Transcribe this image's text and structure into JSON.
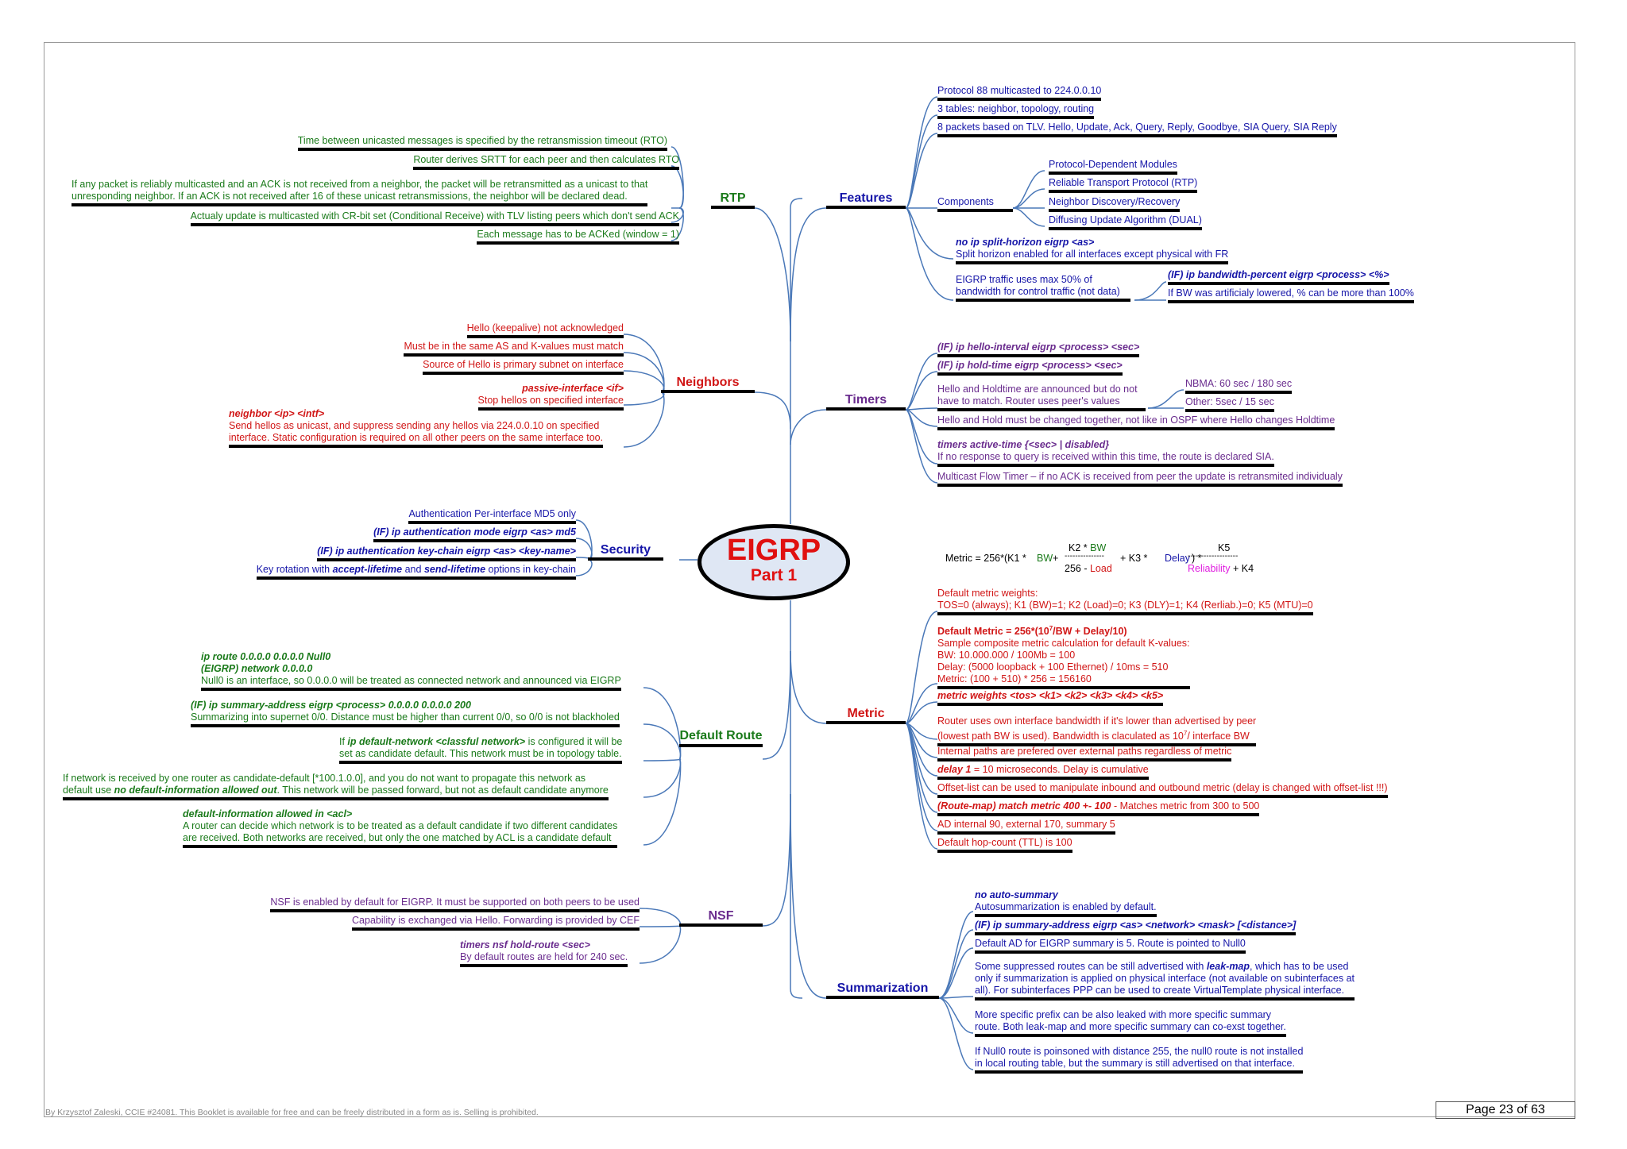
{
  "center": {
    "title": "EIGRP",
    "subtitle": "Part 1"
  },
  "colors": {
    "green": "#1a7a1a",
    "red": "#d11616",
    "blue": "#1515a8",
    "purple": "#6a2c8e",
    "center_fill": "#dfe7f4"
  },
  "branches": {
    "rtp": "RTP",
    "neighbors": "Neighbors",
    "security": "Security",
    "default_route": "Default Route",
    "nsf": "NSF",
    "features": "Features",
    "timers": "Timers",
    "metric": "Metric",
    "summarization": "Summarization"
  },
  "rtp": {
    "l1": "Time between unicasted messages is specified by the retransmission timeout (RTO)",
    "l2": "Router derives SRTT for each peer and then calculates RTO",
    "l3a": "If any packet is reliably multicasted and an ACK is not received from a neighbor, the packet will be retransmitted as a unicast to that",
    "l3b": "unresponding neighbor. If an ACK is not received after 16 of these unicast retransmissions, the neighbor will be declared dead.",
    "l4": "Actualy update is multicasted with CR-bit set (Conditional Receive) with TLV listing peers which don't send ACK",
    "l5": "Each message has to be ACKed (window = 1)"
  },
  "neighbors": {
    "l1": "Hello (keepalive) not acknowledged",
    "l2": "Must be in the same AS and K-values must match",
    "l3": "Source of Hello is primary subnet on interface",
    "l4a": "passive-interface <if>",
    "l4b": "Stop hellos on specified interface",
    "l5a": "neighbor <ip> <intf>",
    "l5b": "Send hellos as unicast, and suppress sending any hellos via 224.0.0.10 on specified",
    "l5c": "interface. Static configuration is required on all other peers on the same interface too."
  },
  "security": {
    "l1": "Authentication Per-interface MD5 only",
    "l2": "(IF) ip authentication mode eigrp <as> md5",
    "l3": "(IF) ip authentication key-chain eigrp <as> <key-name>",
    "l4a": "Key rotation with ",
    "l4b": "accept-lifetime",
    "l4c": " and ",
    "l4d": "send-lifetime",
    "l4e": " options in key-chain"
  },
  "default_route": {
    "l1a": "ip route 0.0.0.0 0.0.0.0 Null0",
    "l1b": "(EIGRP) network 0.0.0.0",
    "l1c": "Null0 is an interface, so 0.0.0.0 will be treated as connected network and announced via EIGRP",
    "l2a": "(IF) ip summary-address eigrp <process> 0.0.0.0 0.0.0.0 200",
    "l2b": "Summarizing into supernet 0/0. Distance must be higher than current 0/0, so 0/0 is not blackholed",
    "l3a1": "If ",
    "l3a2": "ip default-network <classful network>",
    "l3a3": " is configured it will be",
    "l3b": "set as candidate default. This network must be in topology table.",
    "l4a": "If network is received by one router as candidate-default [*100.1.0.0], and you do not want to propagate this network as",
    "l4b1": "default use ",
    "l4b2": "no default-information allowed out",
    "l4b3": ". This network will be passed forward, but not as default candidate anymore",
    "l5a": "default-information allowed in <acl>",
    "l5b": "A router can decide which network is to be treated as a default candidate if two different candidates",
    "l5c": "are received. Both networks are received, but only the one matched by ACL is a candidate default"
  },
  "nsf": {
    "l1": "NSF is enabled by default for EIGRP. It must be supported on both peers to be used",
    "l2": "Capability is exchanged via Hello. Forwarding is provided by CEF",
    "l3a": "timers nsf hold-route <sec>",
    "l3b": "By default routes are held for 240 sec."
  },
  "features": {
    "l1": "Protocol 88 multicasted to 224.0.0.10",
    "l2": "3 tables: neighbor, topology, routing",
    "l3": "8 packets based on TLV. Hello, Update, Ack, Query, Reply, Goodbye, SIA Query, SIA Reply",
    "components": "Components",
    "c1": "Protocol-Dependent Modules",
    "c2": "Reliable Transport Protocol (RTP)",
    "c3": "Neighbor Discovery/Recovery",
    "c4": "Diffusing Update Algorithm (DUAL)",
    "l5a": "no ip split-horizon eigrp <as>",
    "l5b": "Split horizon enabled for all interfaces except physical with FR",
    "l6a": "EIGRP traffic uses max 50% of",
    "l6b": "bandwidth for control traffic (not data)",
    "l6c": "(IF) ip bandwidth-percent eigrp <process> <%>",
    "l6d": "If BW was artificialy lowered, % can be more than 100%"
  },
  "timers": {
    "l1": "(IF) ip hello-interval eigrp <process> <sec>",
    "l2": "(IF) ip hold-time eigrp <process> <sec>",
    "l3a": "Hello and Holdtime are announced but do not",
    "l3b": "have to match. Router uses peer's values",
    "l3c": "NBMA: 60 sec / 180 sec",
    "l3d": "Other: 5sec / 15 sec",
    "l4": "Hello and Hold must be changed together, not like in OSPF where Hello changes Holdtime",
    "l5a": "timers active-time {<sec> | disabled}",
    "l5b": "If no response to query is received within this time, the route is declared SIA.",
    "l6": "Multicast Flow Timer – if no ACK is received from peer the update is retransmited individualy"
  },
  "formula": {
    "prefix": "Metric = 256*(K1 * ",
    "bw": "BW",
    "plus1": " + ",
    "k2": "K2 * ",
    "k2bw": "BW",
    "dashes1": "---------------",
    "den1a": "256 - ",
    "den1b": "Load",
    "plus2": " + K3 * ",
    "delay": "Delay",
    "close": ") * ",
    "k5": "K5",
    "dashes2": "-------------------",
    "rel": "Reliability",
    "k4": " + K4"
  },
  "metric": {
    "l1a": "Default metric weights:",
    "l1b": "TOS=0 (always); K1 (BW)=1; K2 (Load)=0; K3 (DLY)=1; K4 (Rerliab.)=0; K5 (MTU)=0",
    "l2a": "Default Metric = 256*(10",
    "l2a_sup": "7",
    "l2a_end": "/BW + Delay/10)",
    "l2b": "Sample composite metric calculation for default K-values:",
    "l2c": "BW: 10.000.000 / 100Mb = 100",
    "l2d": "Delay: (5000 loopback + 100 Ethernet) / 10ms = 510",
    "l2e": "Metric: (100 + 510) * 256 = 156160",
    "l3": "metric weights <tos> <k1> <k2> <k3> <k4> <k5>",
    "l4a": "Router uses own interface bandwidth if it's lower than advertised by peer",
    "l4b": "(lowest path BW is used). Bandwidth is claculated as 10",
    "l4b_sup": "7",
    "l4b_end": "/ interface BW",
    "l5": "Internal paths are prefered over external paths regardless of metric",
    "l6a": "delay 1",
    "l6b": " = 10 microseconds. Delay is cumulative",
    "l7": "Offset-list can be used to manipulate inbound and outbound metric (delay is changed with offset-list !!!)",
    "l8a": "(Route-map) match metric 400 +- 100",
    "l8b": " - Matches metric from 300 to 500",
    "l9": "AD internal 90, external 170, summary 5",
    "l10": "Default hop-count (TTL) is 100"
  },
  "summarization": {
    "l1a": "no auto-summary",
    "l1b": "Autosummarization is enabled by default.",
    "l2": "(IF) ip summary-address eigrp <as> <network> <mask> [<distance>]",
    "l3": "Default AD for EIGRP summary is 5. Route is pointed to Null0",
    "l4a1": "Some suppressed routes can be still advertised with ",
    "l4a2": "leak-map",
    "l4a3": ", which has to be used",
    "l4b": "only if summarization is applied on physical interface (not available on subinterfaces at",
    "l4c": "all). For subinterfaces PPP can be used to create VirtualTemplate physical interface.",
    "l5a": "More specific prefix can be also leaked with more specific summary",
    "l5b": "route. Both leak-map and more specific summary can co-exst together.",
    "l6a": "If Null0 route is poinsoned with distance 255, the null0 route is not installed",
    "l6b": "in local routing table, but the summary is still advertised on that interface."
  },
  "footer": {
    "credit": "By Krzysztof Zaleski, CCIE #24081. This Booklet is available for free and can be freely distributed in a form as is. Selling is prohibited.",
    "page": "Page 23 of 63"
  }
}
